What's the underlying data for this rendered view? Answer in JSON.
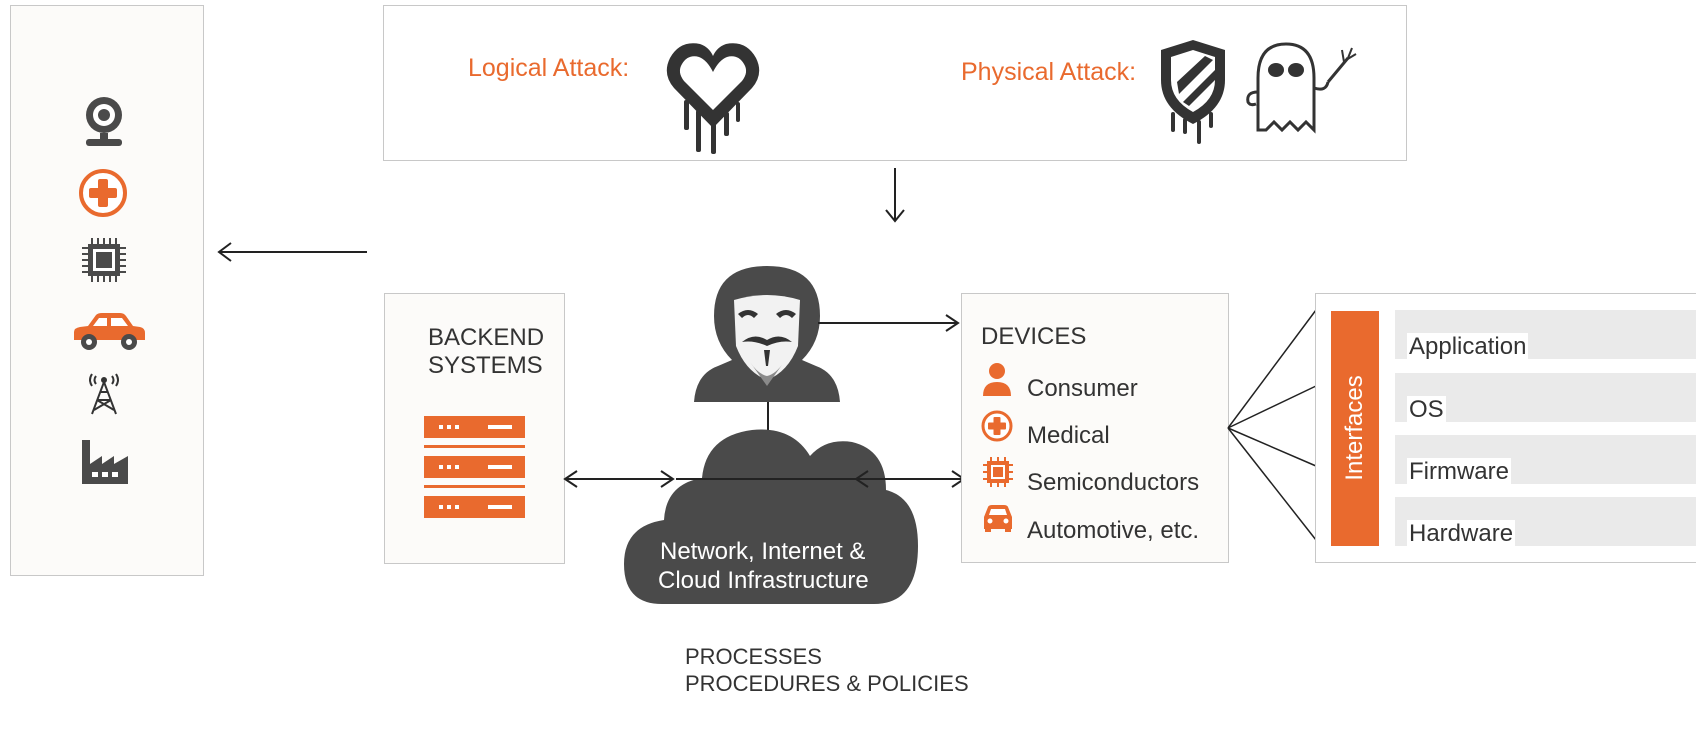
{
  "attacks": {
    "logical_label": "Logical Attack:",
    "physical_label": "Physical Attack:",
    "icons": [
      "heartbleed-icon",
      "meltdown-shield-icon",
      "spectre-ghost-icon"
    ]
  },
  "sector_icons": [
    "webcam-icon",
    "medical-cross-icon",
    "chip-icon",
    "car-icon",
    "radio-tower-icon",
    "factory-icon"
  ],
  "backend": {
    "line1": "BACKEND",
    "line2": "SYSTEMS"
  },
  "cloud": {
    "line1": "Network, Internet &",
    "line2": "Cloud Infrastructure"
  },
  "devices": {
    "title": "DEVICES",
    "items": [
      {
        "label": "Consumer",
        "icon": "person-icon"
      },
      {
        "label": "Medical",
        "icon": "medical-cross-icon"
      },
      {
        "label": "Semiconductors",
        "icon": "chip-icon"
      },
      {
        "label": "Automotive, etc.",
        "icon": "car-icon"
      }
    ]
  },
  "interfaces": {
    "label": "Interfaces",
    "layers": [
      "Application",
      "OS",
      "Firmware",
      "Hardware"
    ]
  },
  "footer": {
    "line1": "PROCESSES",
    "line2": "PROCEDURES & POLICIES"
  },
  "colors": {
    "accent": "#e96a2e",
    "dark": "#4a4a4a",
    "border": "#c8c8c8"
  }
}
